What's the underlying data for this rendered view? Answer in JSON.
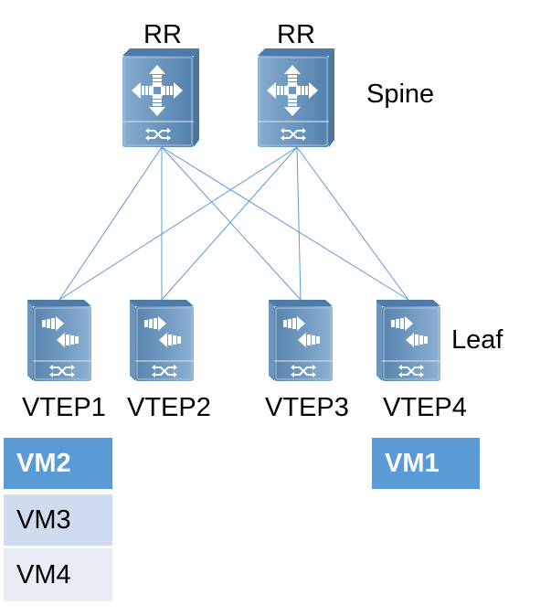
{
  "diagram": {
    "tiers": {
      "spine_label": "Spine",
      "leaf_label": "Leaf"
    },
    "spines": [
      {
        "id": "spine1",
        "label": "RR",
        "icon": "router-icon"
      },
      {
        "id": "spine2",
        "label": "RR",
        "icon": "router-icon"
      }
    ],
    "leaves": [
      {
        "id": "leaf1",
        "label": "VTEP1",
        "icon": "switch-icon"
      },
      {
        "id": "leaf2",
        "label": "VTEP2",
        "icon": "switch-icon"
      },
      {
        "id": "leaf3",
        "label": "VTEP3",
        "icon": "switch-icon"
      },
      {
        "id": "leaf4",
        "label": "VTEP4",
        "icon": "switch-icon"
      }
    ],
    "links": [
      [
        "spine1",
        "leaf1"
      ],
      [
        "spine1",
        "leaf2"
      ],
      [
        "spine1",
        "leaf3"
      ],
      [
        "spine1",
        "leaf4"
      ],
      [
        "spine2",
        "leaf1"
      ],
      [
        "spine2",
        "leaf2"
      ],
      [
        "spine2",
        "leaf3"
      ],
      [
        "spine2",
        "leaf4"
      ]
    ],
    "vm_groups": [
      {
        "attached_to": "leaf1",
        "vms": [
          "VM2",
          "VM3",
          "VM4"
        ]
      },
      {
        "attached_to": "leaf4",
        "vms": [
          "VM1"
        ]
      }
    ],
    "colors": {
      "link": "#5b9bd5",
      "device_dark": "#4f7fa8",
      "device_light": "#8fb2d2",
      "vm_header": "#5b9bd5",
      "vm_row_1": "#cfdbee",
      "vm_row_2": "#e8edf6"
    }
  }
}
